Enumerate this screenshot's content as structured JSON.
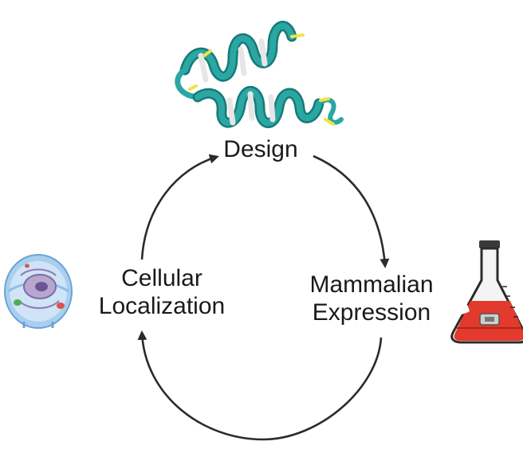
{
  "stages": {
    "design": "Design",
    "expression_line1": "Mammalian",
    "expression_line2": "Expression",
    "localization_line1": "Cellular",
    "localization_line2": "Localization"
  },
  "cycle": {
    "direction": "clockwise",
    "order": [
      "Design",
      "Mammalian Expression",
      "Cellular Localization"
    ]
  },
  "colors": {
    "arrow": "#2b2b2b",
    "helix": "#2aa7a3",
    "helix_dark": "#167a78",
    "disulfide": "#f2e24a",
    "flask_liquid": "#e23a2c",
    "cell_blue": "#7fb7e6"
  },
  "icons": {
    "protein": "peptide-helix-icon",
    "flask": "erlenmeyer-flask-icon",
    "cell": "mammalian-cell-icon"
  }
}
